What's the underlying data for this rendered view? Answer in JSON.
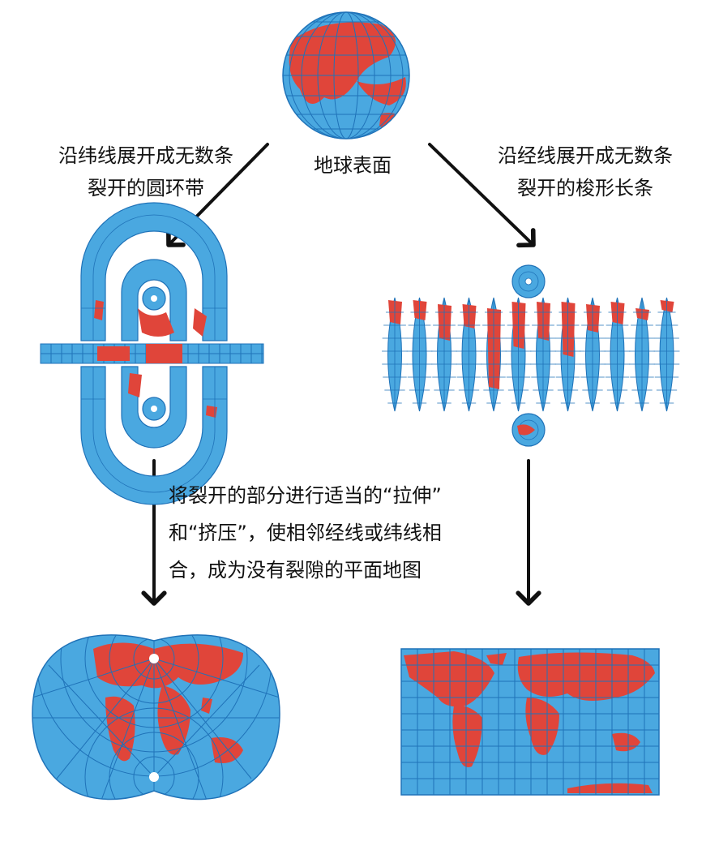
{
  "labels": {
    "globe": "地球表面",
    "left_line1": "沿纬线展开成无数条",
    "left_line2": "裂开的圆环带",
    "right_line1": "沿经线展开成无数条",
    "right_line2": "裂开的梭形长条",
    "middle_line1": "将裂开的部分进行适当的“拉伸”",
    "middle_line2": "和“挤压”，使相邻经线或纬线相",
    "middle_line3": "合，成为没有裂隙的平面地图"
  },
  "colors": {
    "ocean": "#4aa8e0",
    "land": "#e0453a",
    "grid": "#1f72b8",
    "arrow": "#111111"
  }
}
